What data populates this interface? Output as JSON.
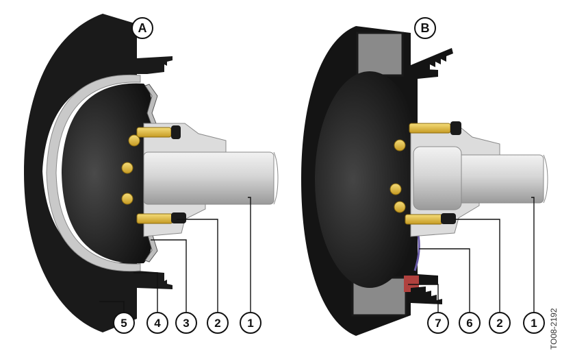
{
  "panels": [
    {
      "id": "a",
      "label": "A"
    },
    {
      "id": "b",
      "label": "B"
    }
  ],
  "callouts_a": [
    "5",
    "4",
    "3",
    "2",
    "1"
  ],
  "callouts_b": [
    "7",
    "6",
    "2",
    "1"
  ],
  "figure_code": "TO08-2192",
  "colors": {
    "housing": "#1c1c1c",
    "rubber": "#2a2a2a",
    "metal_light": "#d9d9d9",
    "metal_mid": "#b5b5b5",
    "bolt_yellow": "#e6c24a",
    "seal_red": "#b0413e",
    "outline": "#111111"
  }
}
